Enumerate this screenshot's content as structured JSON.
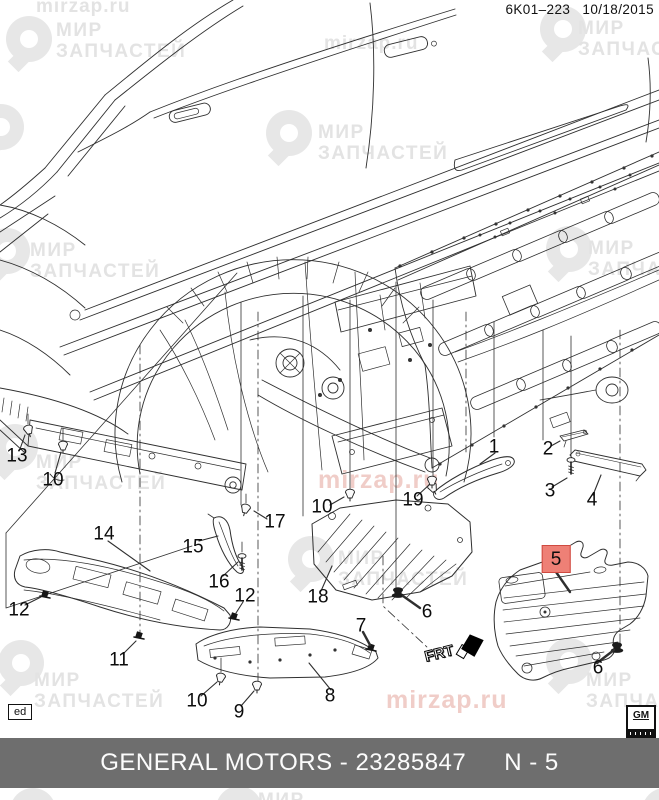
{
  "header": {
    "document_code": "6K01–223",
    "date": "10/18/2015"
  },
  "watermark": {
    "brand_line1": "МИР",
    "brand_line2": "ЗАПЧАСТЕЙ",
    "site": "mirzap.ru"
  },
  "diagram": {
    "direction_label": "FRT",
    "highlighted_callout": "5",
    "callouts": [
      {
        "label": "1"
      },
      {
        "label": "2"
      },
      {
        "label": "3"
      },
      {
        "label": "4"
      },
      {
        "label": "5",
        "highlighted": true
      },
      {
        "label": "6"
      },
      {
        "label": "6"
      },
      {
        "label": "7"
      },
      {
        "label": "8"
      },
      {
        "label": "9"
      },
      {
        "label": "10"
      },
      {
        "label": "10"
      },
      {
        "label": "10"
      },
      {
        "label": "11"
      },
      {
        "label": "12"
      },
      {
        "label": "12"
      },
      {
        "label": "13"
      },
      {
        "label": "14"
      },
      {
        "label": "15"
      },
      {
        "label": "16"
      },
      {
        "label": "17"
      },
      {
        "label": "18"
      },
      {
        "label": "19"
      }
    ]
  },
  "footer": {
    "title": "GENERAL MOTORS - 23285847",
    "page_ref": "N - 5",
    "edition_mark": "ed",
    "gm_logo": "GM"
  },
  "colors": {
    "highlight_fill": "#ee8076",
    "highlight_border": "#cf4a40",
    "footer_bar": "#6e6e6e",
    "watermark_gray": "#e5e5e5",
    "watermark_pink": "#f0cdc8",
    "line_art": "#2f2f2f"
  }
}
